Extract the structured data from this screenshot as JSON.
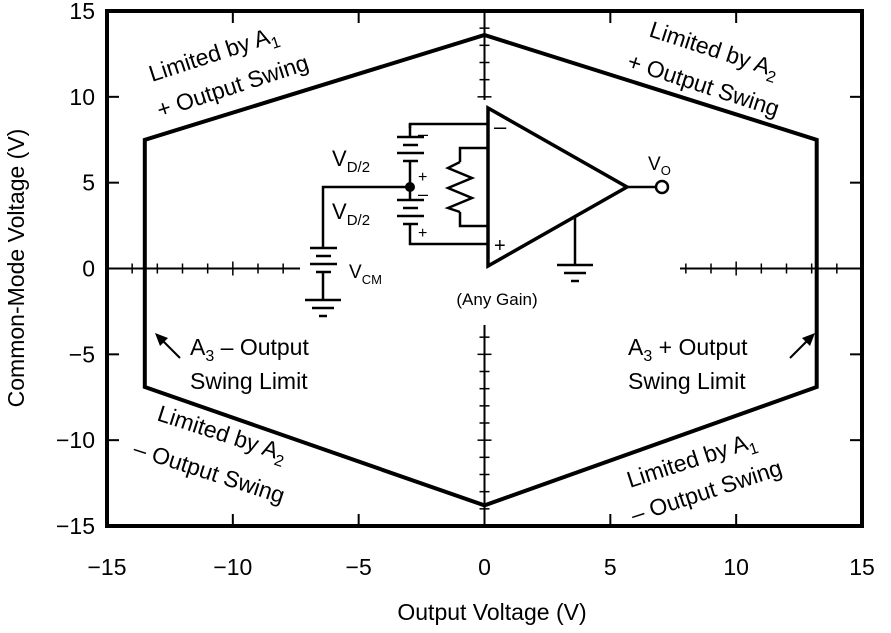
{
  "chart_data": {
    "type": "line",
    "xlabel": "Output Voltage (V)",
    "ylabel": "Common-Mode Voltage (V)",
    "xlim": [
      -15,
      15
    ],
    "ylim": [
      -15,
      15
    ],
    "x_ticks": [
      "−15",
      "−10",
      "−5",
      "0",
      "5",
      "10",
      "15"
    ],
    "y_ticks": [
      "15",
      "10",
      "5",
      "0",
      "−5",
      "−10",
      "−15"
    ],
    "grid": false,
    "series": [
      {
        "points": [
          {
            "x": 0,
            "y": 13.6
          },
          {
            "x": 13.2,
            "y": 7.5
          },
          {
            "x": 13.2,
            "y": -6.9
          },
          {
            "x": 0,
            "y": -13.8
          },
          {
            "x": -13.5,
            "y": -6.9
          },
          {
            "x": -13.5,
            "y": 7.5
          }
        ]
      }
    ],
    "annotations": {
      "top_left": {
        "line1": "Limited by A",
        "line1_sub": "1",
        "line2": "+ Output Swing"
      },
      "top_right": {
        "line1": "Limited by A",
        "line1_sub": "2",
        "line2": "+ Output Swing"
      },
      "bottom_left": {
        "line1": "Limited by A",
        "line1_sub": "2",
        "line2": "– Output Swing"
      },
      "bottom_right": {
        "line1": "Limited by A",
        "line1_sub": "1",
        "line2": "– Output Swing"
      },
      "mid_left": {
        "a": "A",
        "sub": "3",
        "rest": " – Output",
        "line2": "Swing Limit"
      },
      "mid_right": {
        "a": "A",
        "sub": "3",
        "rest": " + Output",
        "line2": "Swing Limit"
      }
    },
    "circuit": {
      "vd_main": "V",
      "vd_sub": "D/2",
      "vcm_main": "V",
      "vcm_sub": "CM",
      "vo_main": "V",
      "vo_sub": "O",
      "gain": "(Any Gain)",
      "minus": "–",
      "plus": "+"
    }
  }
}
